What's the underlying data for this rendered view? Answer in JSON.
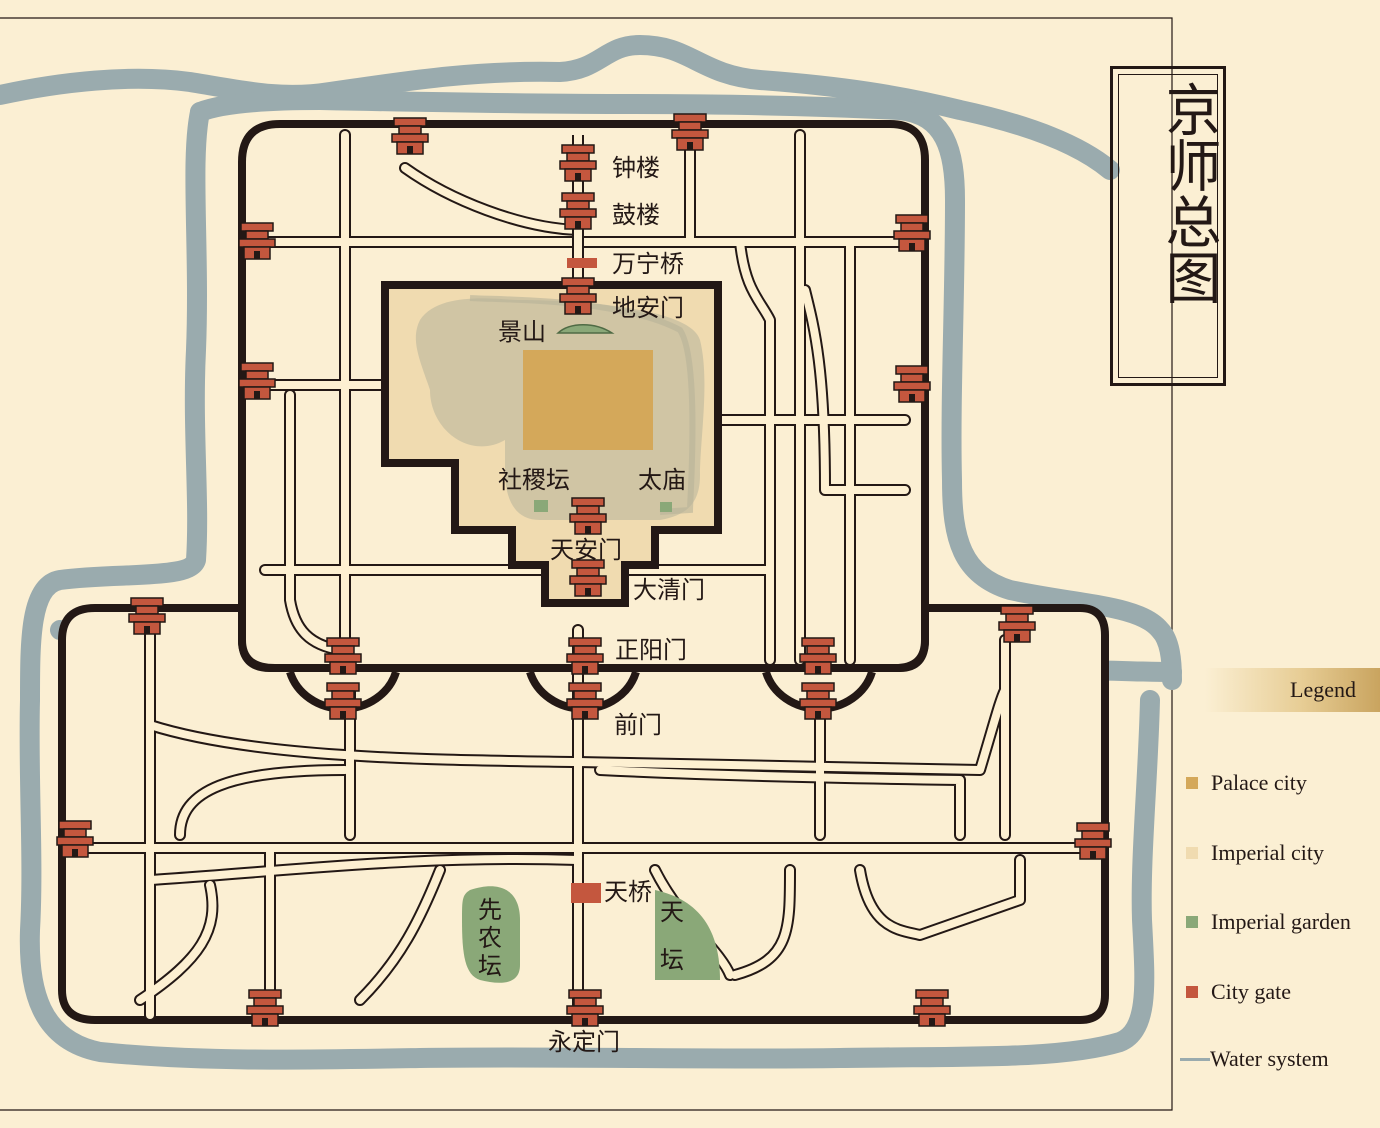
{
  "title": "京师总图",
  "labels": {
    "bell_tower": "钟楼",
    "drum_tower": "鼓楼",
    "wanning_bridge": "万宁桥",
    "dianmen": "地安门",
    "jingshan": "景山",
    "sheji": "社稷坛",
    "taimiao": "太庙",
    "tiananmen": "天安门",
    "daqingmen": "大清门",
    "zhengyangmen": "正阳门",
    "qianmen": "前门",
    "tianqiao": "天桥",
    "xiannong_1": "先",
    "xiannong_2": "农",
    "xiannong_3": "坛",
    "tiantan_1": "天",
    "tiantan_2": "坛",
    "yongdingmen": "永定门"
  },
  "legend": {
    "heading": "Legend",
    "items": [
      {
        "label": "Palace city",
        "color": "#d4a85a"
      },
      {
        "label": "Imperial city",
        "color": "#f0dbb0"
      },
      {
        "label": "Imperial garden",
        "color": "#8aa878"
      },
      {
        "label": "City gate",
        "color": "#c4573e"
      },
      {
        "label": "Water system",
        "color": "#9aabae"
      }
    ]
  },
  "colors": {
    "background": "#fbefd3",
    "wall": "#231815",
    "water": "#9aabae",
    "road": "#fdf0d2",
    "palace": "#d4a85a",
    "imperial": "#f0dbb0",
    "garden": "#8aa878",
    "gate": "#c4573e"
  }
}
